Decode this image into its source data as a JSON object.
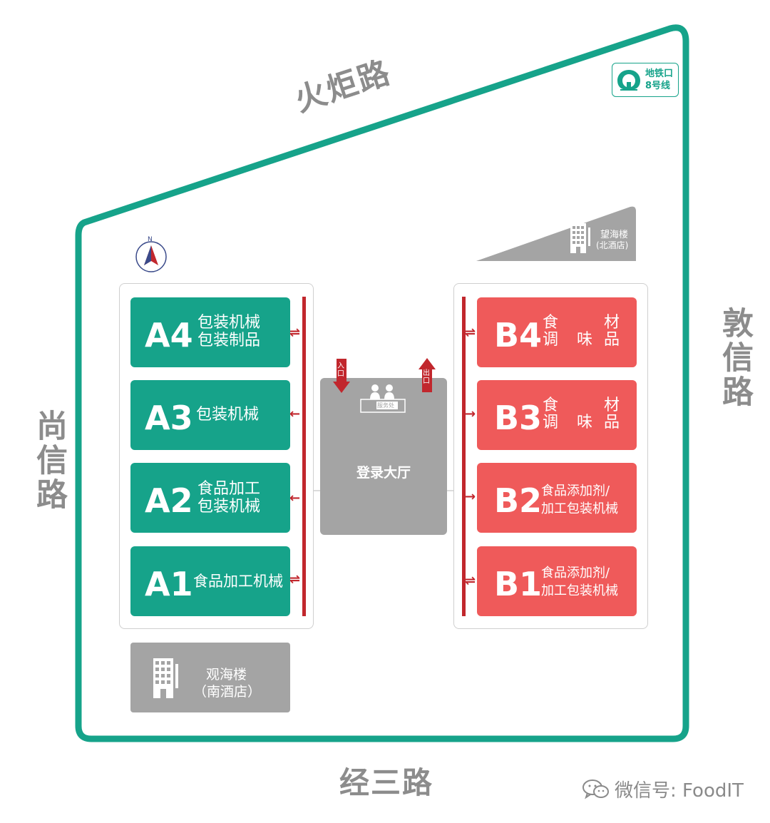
{
  "roads": {
    "north": "火炬路",
    "west": "尚信路",
    "east": "敦信路",
    "south": "经三路"
  },
  "metro": {
    "line1": "地铁口",
    "line2": "8号线"
  },
  "compass": {
    "label": "N"
  },
  "north_building": {
    "name": "望海楼",
    "sub": "(北酒店)"
  },
  "south_building": {
    "name": "观海楼",
    "sub": "（南酒店）"
  },
  "halls_a": [
    {
      "code": "A4",
      "lines": [
        "包装机械",
        "包装制品"
      ]
    },
    {
      "code": "A3",
      "lines": [
        "包装机械"
      ]
    },
    {
      "code": "A2",
      "lines": [
        "食品加工",
        "包装机械"
      ]
    },
    {
      "code": "A1",
      "lines": [
        "食品加工机械"
      ]
    }
  ],
  "halls_b": [
    {
      "code": "B4",
      "lines": [
        "食",
        "调",
        "味",
        "材",
        "品"
      ]
    },
    {
      "code": "B3",
      "lines": [
        "食",
        "调",
        "味",
        "材",
        "品"
      ]
    },
    {
      "code": "B2",
      "lines": [
        "食品添加剂/",
        "加工包装机械"
      ]
    },
    {
      "code": "B1",
      "lines": [
        "食品添加剂/",
        "加工包装机械"
      ]
    }
  ],
  "lobby": {
    "title": "登录大厅",
    "service": "服务处",
    "entrance": "入口",
    "exit": "出口"
  },
  "watermark": "微信号: FoodIT",
  "colors": {
    "green": "#16a38a",
    "red": "#ef5a5a",
    "darkred": "#c1272d",
    "grey": "#a4a4a4",
    "road_text": "#8c8c8c"
  }
}
